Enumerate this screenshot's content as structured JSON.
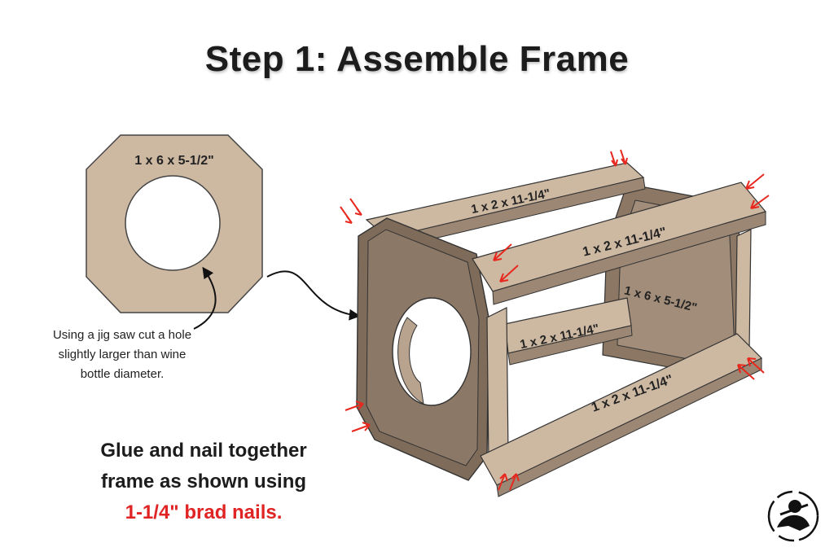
{
  "title": "Step 1: Assemble Frame",
  "panel": {
    "label": "1 x 6 x 5-1/2\"",
    "hole_note_1": "Using a jig saw cut a hole",
    "hole_note_2": "slightly larger than wine",
    "hole_note_3": "bottle diameter."
  },
  "frame": {
    "rail_top_back": "1 x 2 x 11-1/4\"",
    "rail_top_front": "1 x 2 x 11-1/4\"",
    "rail_mid": "1 x 2 x 11-1/4\"",
    "rail_bottom": "1 x 2 x 11-1/4\"",
    "end_panel": "1 x 6 x 5-1/2\""
  },
  "instructions": {
    "line1": "Glue and nail together",
    "line2": "frame as shown using",
    "line3": "1-1/4\" brad nails."
  },
  "colors": {
    "wood_light": "#cdb8a2",
    "wood_mid": "#b8a38e",
    "wood_dark": "#7e6b59",
    "wood_shadow": "#5e4f42",
    "arrow": "#e8281e"
  },
  "logo": "woodworker-logo-icon"
}
